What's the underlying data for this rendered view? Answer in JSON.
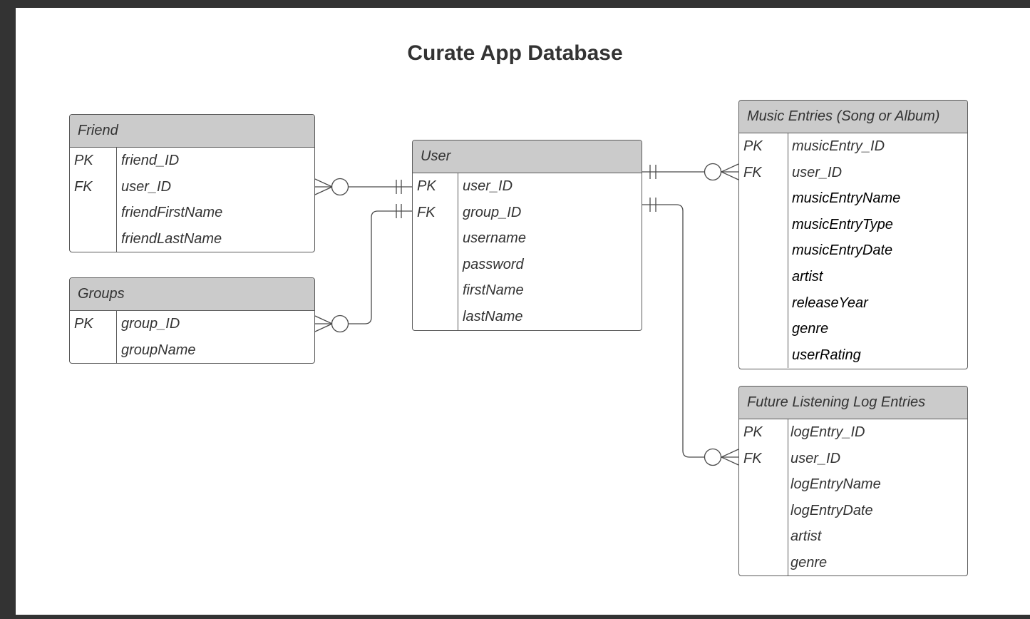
{
  "title": "Curate App Database",
  "entities": {
    "friend": {
      "name": "Friend",
      "rows": [
        {
          "key": "PK",
          "attr": "friend_ID"
        },
        {
          "key": "FK",
          "attr": "user_ID"
        },
        {
          "key": "",
          "attr": "friendFirstName"
        },
        {
          "key": "",
          "attr": "friendLastName"
        }
      ]
    },
    "groups": {
      "name": "Groups",
      "rows": [
        {
          "key": "PK",
          "attr": "group_ID"
        },
        {
          "key": "",
          "attr": "groupName"
        }
      ]
    },
    "user": {
      "name": "User",
      "rows": [
        {
          "key": "PK",
          "attr": "user_ID"
        },
        {
          "key": "FK",
          "attr": "group_ID"
        },
        {
          "key": "",
          "attr": "username"
        },
        {
          "key": "",
          "attr": "password"
        },
        {
          "key": "",
          "attr": "firstName"
        },
        {
          "key": "",
          "attr": "lastName"
        }
      ]
    },
    "music": {
      "name": "Music Entries (Song or Album)",
      "rows": [
        {
          "key": "PK",
          "attr": "musicEntry_ID"
        },
        {
          "key": "FK",
          "attr": "user_ID"
        },
        {
          "key": "",
          "attr": "musicEntryName"
        },
        {
          "key": "",
          "attr": "musicEntryType"
        },
        {
          "key": "",
          "attr": "musicEntryDate"
        },
        {
          "key": "",
          "attr": "artist"
        },
        {
          "key": "",
          "attr": "releaseYear"
        },
        {
          "key": "",
          "attr": "genre"
        },
        {
          "key": "",
          "attr": "userRating"
        }
      ]
    },
    "log": {
      "name": "Future Listening Log Entries",
      "rows": [
        {
          "key": "PK",
          "attr": "logEntry_ID"
        },
        {
          "key": "FK",
          "attr": "user_ID"
        },
        {
          "key": "",
          "attr": "logEntryName"
        },
        {
          "key": "",
          "attr": "logEntryDate"
        },
        {
          "key": "",
          "attr": "artist"
        },
        {
          "key": "",
          "attr": "genre"
        }
      ]
    }
  }
}
